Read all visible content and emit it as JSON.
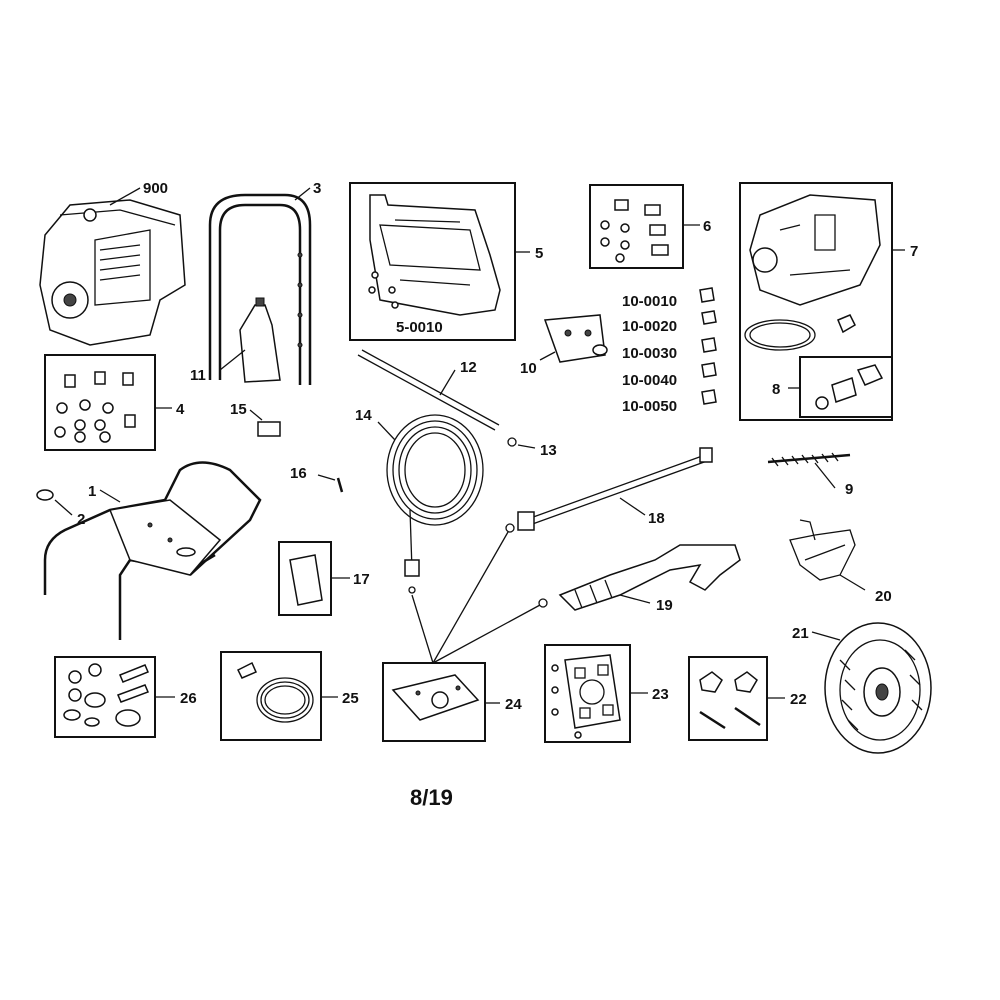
{
  "page_label": "8/19",
  "callouts": {
    "c900": "900",
    "c3": "3",
    "c5": "5",
    "c5_0010": "5-0010",
    "c6": "6",
    "c7": "7",
    "c4": "4",
    "c11": "11",
    "c12": "12",
    "c10": "10",
    "c10_0010": "10-0010",
    "c10_0020": "10-0020",
    "c10_0030": "10-0030",
    "c10_0040": "10-0040",
    "c10_0050": "10-0050",
    "c8": "8",
    "c15": "15",
    "c14": "14",
    "c13": "13",
    "c16": "16",
    "c9": "9",
    "c1": "1",
    "c2": "2",
    "c18": "18",
    "c17": "17",
    "c20": "20",
    "c19": "19",
    "c21": "21",
    "c26": "26",
    "c25": "25",
    "c24": "24",
    "c23": "23",
    "c22": "22"
  }
}
